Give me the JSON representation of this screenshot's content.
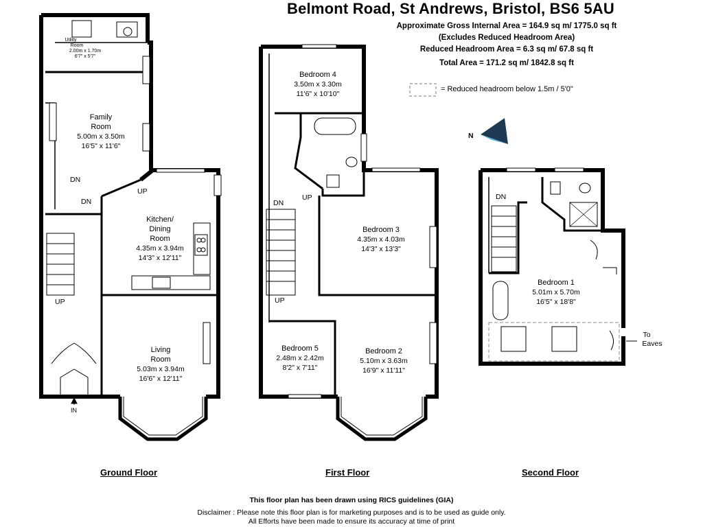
{
  "header": {
    "title": "Belmont Road, St Andrews, Bristol,  BS6 5AU",
    "gross_area": "Approximate Gross Internal Area = 164.9 sq m/ 1775.0 sq ft",
    "excludes": "(Excludes Reduced Headroom Area)",
    "reduced_area": "Reduced Headroom Area = 6.3 sq m/ 67.8 sq ft",
    "total_area": "Total Area = 171.2 sq m/ 1842.8 sq ft"
  },
  "legend": {
    "reduced_headroom": "= Reduced headroom below 1.5m / 5'0\""
  },
  "compass": {
    "label": "N"
  },
  "ground_floor": {
    "label": "Ground Floor",
    "utility": {
      "name1": "Utility",
      "name2": "Room",
      "metric": "2.00m x 1.70m",
      "imperial": "6'7\" x 5'7\""
    },
    "family": {
      "name1": "Family",
      "name2": "Room",
      "metric": "5.00m x 3.50m",
      "imperial": "16'5\" x 11'6\""
    },
    "kitchen": {
      "name1": "Kitchen/",
      "name2": "Dining",
      "name3": "Room",
      "metric": "4.35m x 3.94m",
      "imperial": "14'3\" x 12'11\""
    },
    "living": {
      "name1": "Living",
      "name2": "Room",
      "metric": "5.03m x 3.94m",
      "imperial": "16'6\" x 12'11\""
    },
    "markers": {
      "dn1": "DN",
      "dn2": "DN",
      "up1": "UP",
      "up2": "UP",
      "in": "IN"
    }
  },
  "first_floor": {
    "label": "First Floor",
    "bed4": {
      "name": "Bedroom 4",
      "metric": "3.50m x 3.30m",
      "imperial": "11'6\" x 10'10\""
    },
    "bed3": {
      "name": "Bedroom 3",
      "metric": "4.35m x 4.03m",
      "imperial": "14'3\" x 13'3\""
    },
    "bed5": {
      "name": "Bedroom 5",
      "metric": "2.48m x 2.42m",
      "imperial": "8'2\" x 7'11\""
    },
    "bed2": {
      "name": "Bedroom 2",
      "metric": "5.10m x 3.63m",
      "imperial": "16'9\" x 11'11\""
    },
    "markers": {
      "dn": "DN",
      "up1": "UP",
      "up2": "UP"
    }
  },
  "second_floor": {
    "label": "Second Floor",
    "bed1": {
      "name": "Bedroom 1",
      "metric": "5.01m x 5.70m",
      "imperial": "16'5\" x 18'8\""
    },
    "markers": {
      "dn": "DN",
      "to": "To",
      "eaves": "Eaves"
    }
  },
  "footer": {
    "rics": "This floor plan has been drawn using RICS guidelines (GIA)",
    "disclaimer1": "Disclaimer : Please note this floor plan is for marketing purposes and is to be used as guide only.",
    "disclaimer2": "All Efforts have been made to ensure its accuracy at time of print"
  }
}
